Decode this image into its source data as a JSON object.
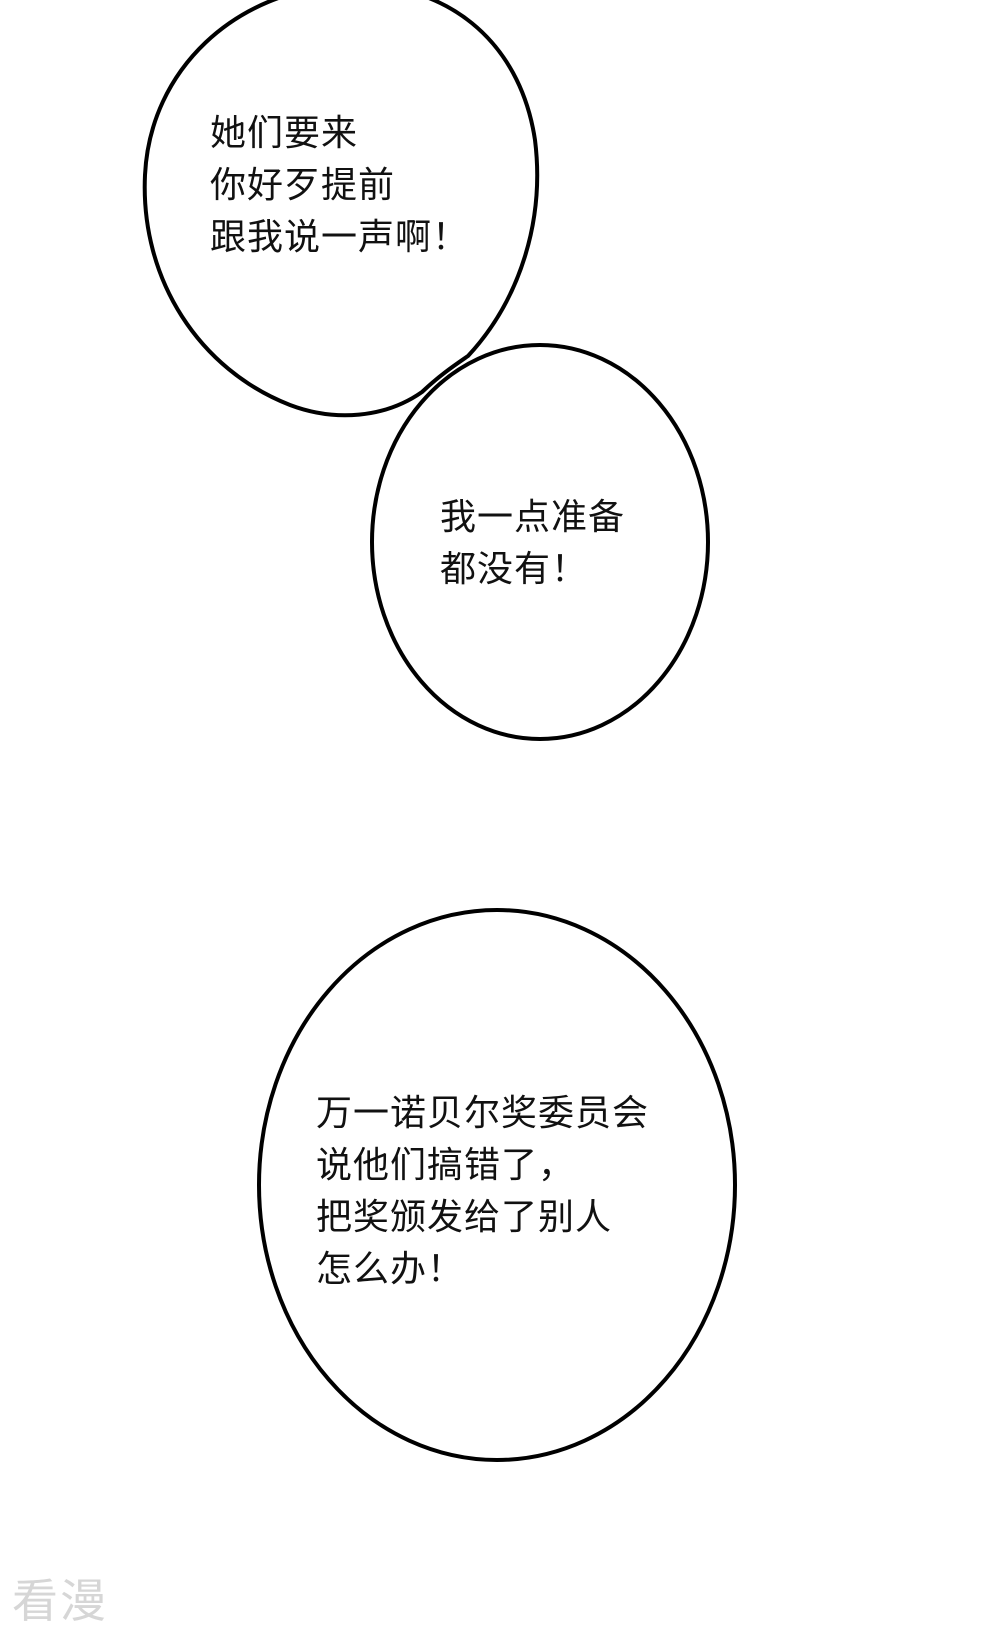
{
  "bubbles": [
    {
      "lines": [
        "她们要来",
        "你好歹提前",
        "跟我说一声啊！"
      ]
    },
    {
      "lines": [
        "我一点准备",
        "都没有！"
      ]
    },
    {
      "lines": [
        "万一诺贝尔奖委员会",
        "说他们搞错了，",
        "把奖颁发给了别人",
        "怎么办！"
      ]
    }
  ],
  "watermark": "看漫",
  "colors": {
    "background": "#ffffff",
    "outline": "#000000",
    "text": "#111111",
    "watermark": "#d6d6d6"
  }
}
